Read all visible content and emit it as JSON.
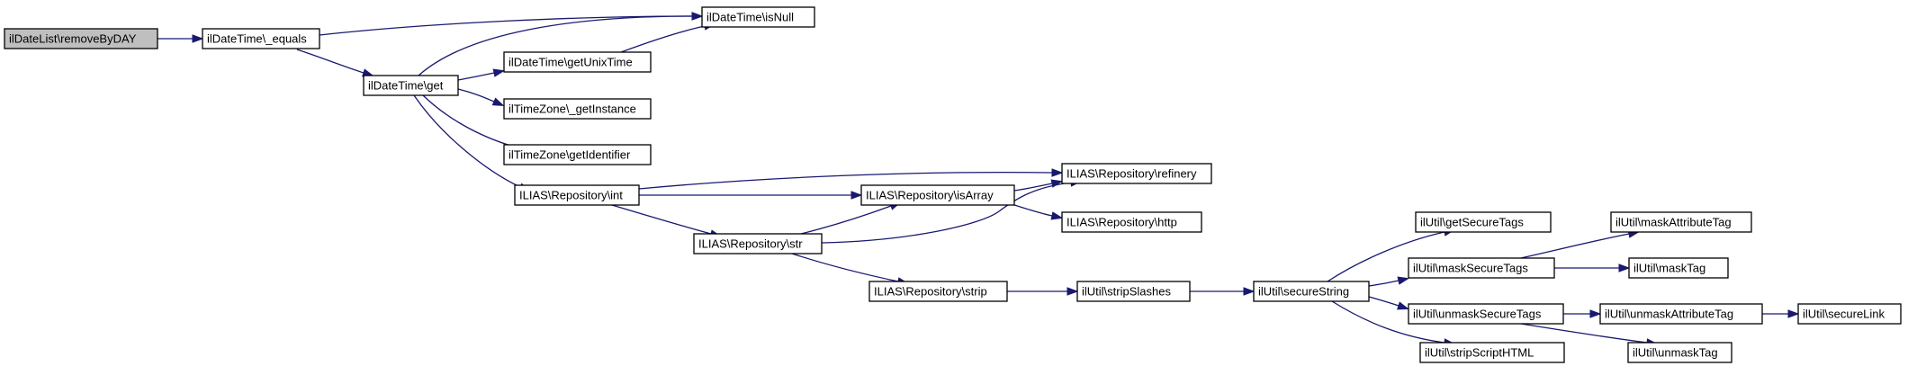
{
  "diagram": {
    "nodes": [
      {
        "id": "n0",
        "label": "ilDateList\\removeByDAY",
        "root": true
      },
      {
        "id": "n1",
        "label": "ilDateTime\\_equals"
      },
      {
        "id": "n2",
        "label": "ilDateTime\\isNull"
      },
      {
        "id": "n3",
        "label": "ilDateTime\\get"
      },
      {
        "id": "n4",
        "label": "ilDateTime\\getUnixTime"
      },
      {
        "id": "n5",
        "label": "ilTimeZone\\_getInstance"
      },
      {
        "id": "n6",
        "label": "ilTimeZone\\getIdentifier"
      },
      {
        "id": "n7",
        "label": "ILIAS\\Repository\\int"
      },
      {
        "id": "n8",
        "label": "ILIAS\\Repository\\refinery"
      },
      {
        "id": "n9",
        "label": "ILIAS\\Repository\\isArray"
      },
      {
        "id": "n10",
        "label": "ILIAS\\Repository\\str"
      },
      {
        "id": "n11",
        "label": "ILIAS\\Repository\\http"
      },
      {
        "id": "n12",
        "label": "ILIAS\\Repository\\strip"
      },
      {
        "id": "n13",
        "label": "ilUtil\\stripSlashes"
      },
      {
        "id": "n14",
        "label": "ilUtil\\secureString"
      },
      {
        "id": "n15",
        "label": "ilUtil\\getSecureTags"
      },
      {
        "id": "n16",
        "label": "ilUtil\\maskSecureTags"
      },
      {
        "id": "n17",
        "label": "ilUtil\\unmaskSecureTags"
      },
      {
        "id": "n18",
        "label": "ilUtil\\stripScriptHTML"
      },
      {
        "id": "n19",
        "label": "ilUtil\\maskAttributeTag"
      },
      {
        "id": "n20",
        "label": "ilUtil\\maskTag"
      },
      {
        "id": "n21",
        "label": "ilUtil\\unmaskAttributeTag"
      },
      {
        "id": "n22",
        "label": "ilUtil\\unmaskTag"
      },
      {
        "id": "n23",
        "label": "ilUtil\\secureLink"
      }
    ],
    "edges": [
      {
        "from": "n0",
        "to": "n1"
      },
      {
        "from": "n1",
        "to": "n2"
      },
      {
        "from": "n1",
        "to": "n3"
      },
      {
        "from": "n3",
        "to": "n2"
      },
      {
        "from": "n3",
        "to": "n4"
      },
      {
        "from": "n3",
        "to": "n5"
      },
      {
        "from": "n3",
        "to": "n6"
      },
      {
        "from": "n3",
        "to": "n7"
      },
      {
        "from": "n4",
        "to": "n2"
      },
      {
        "from": "n7",
        "to": "n8"
      },
      {
        "from": "n7",
        "to": "n9"
      },
      {
        "from": "n7",
        "to": "n10"
      },
      {
        "from": "n9",
        "to": "n8"
      },
      {
        "from": "n9",
        "to": "n11"
      },
      {
        "from": "n10",
        "to": "n8"
      },
      {
        "from": "n10",
        "to": "n9"
      },
      {
        "from": "n10",
        "to": "n12"
      },
      {
        "from": "n12",
        "to": "n13"
      },
      {
        "from": "n13",
        "to": "n14"
      },
      {
        "from": "n14",
        "to": "n15"
      },
      {
        "from": "n14",
        "to": "n16"
      },
      {
        "from": "n14",
        "to": "n17"
      },
      {
        "from": "n14",
        "to": "n18"
      },
      {
        "from": "n16",
        "to": "n19"
      },
      {
        "from": "n16",
        "to": "n20"
      },
      {
        "from": "n17",
        "to": "n21"
      },
      {
        "from": "n17",
        "to": "n22"
      },
      {
        "from": "n21",
        "to": "n23"
      }
    ]
  }
}
